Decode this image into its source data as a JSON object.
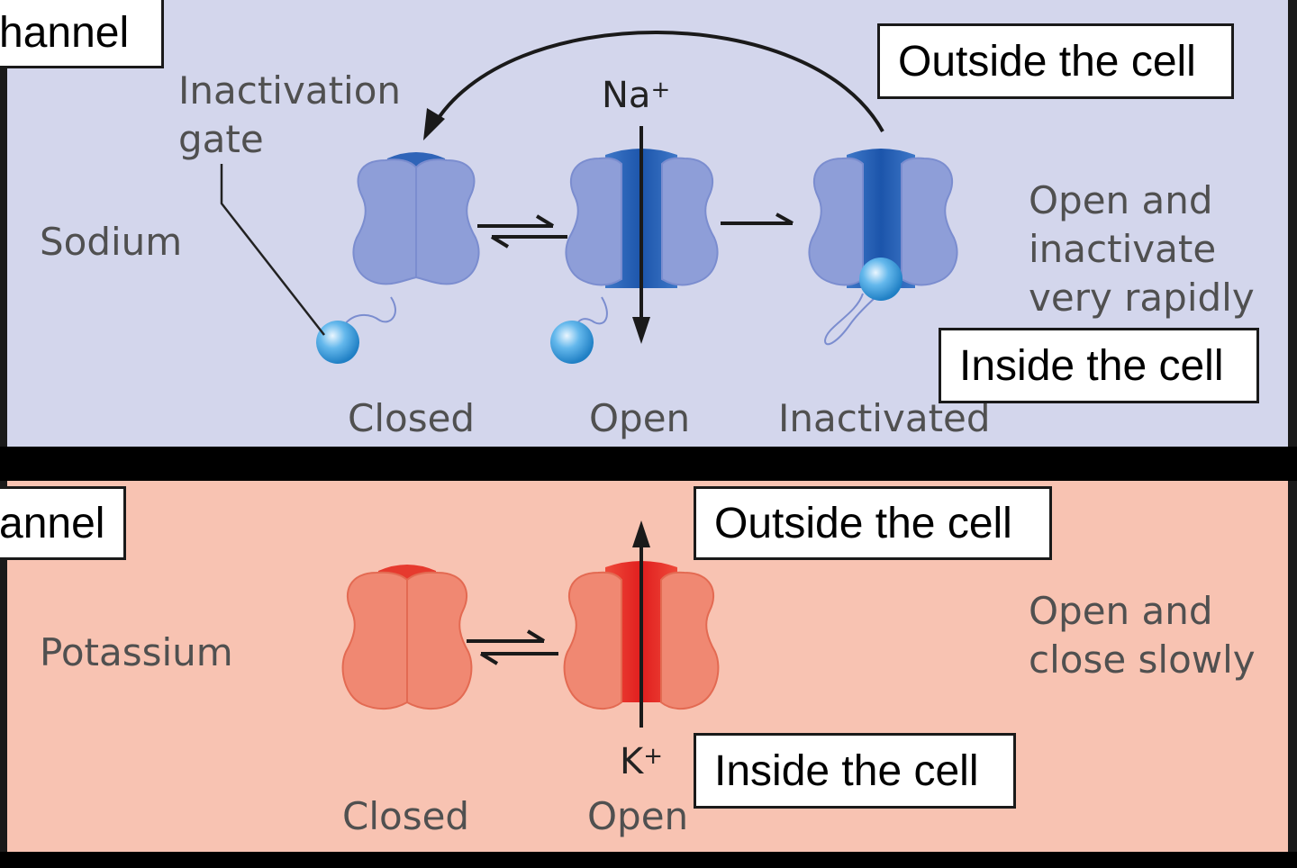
{
  "colors": {
    "sodium_panel": "#d3d6ec",
    "potassium_panel": "#f8c3b2",
    "sodium_channel": "#8e9ed8",
    "sodium_pore": "#1f5bb0",
    "potassium_channel": "#f08872",
    "potassium_pore": "#e52a2a"
  },
  "sodium": {
    "title_fragment": "hannel",
    "row_label": "Sodium",
    "gate_label": [
      "Inactivation",
      "gate"
    ],
    "ion": "Na",
    "ion_charge": "+",
    "states": [
      "Closed",
      "Open",
      "Inactivated"
    ],
    "outside_label": "Outside the cell",
    "inside_label": "Inside the cell",
    "description": [
      "Open and",
      "inactivate",
      "very rapidly"
    ]
  },
  "potassium": {
    "title_fragment": "annel",
    "row_label": "Potassium",
    "ion": "K",
    "ion_charge": "+",
    "states": [
      "Closed",
      "Open"
    ],
    "outside_label": "Outside the cell",
    "inside_label": "Inside the cell",
    "description": [
      "Open and",
      "close slowly"
    ]
  }
}
